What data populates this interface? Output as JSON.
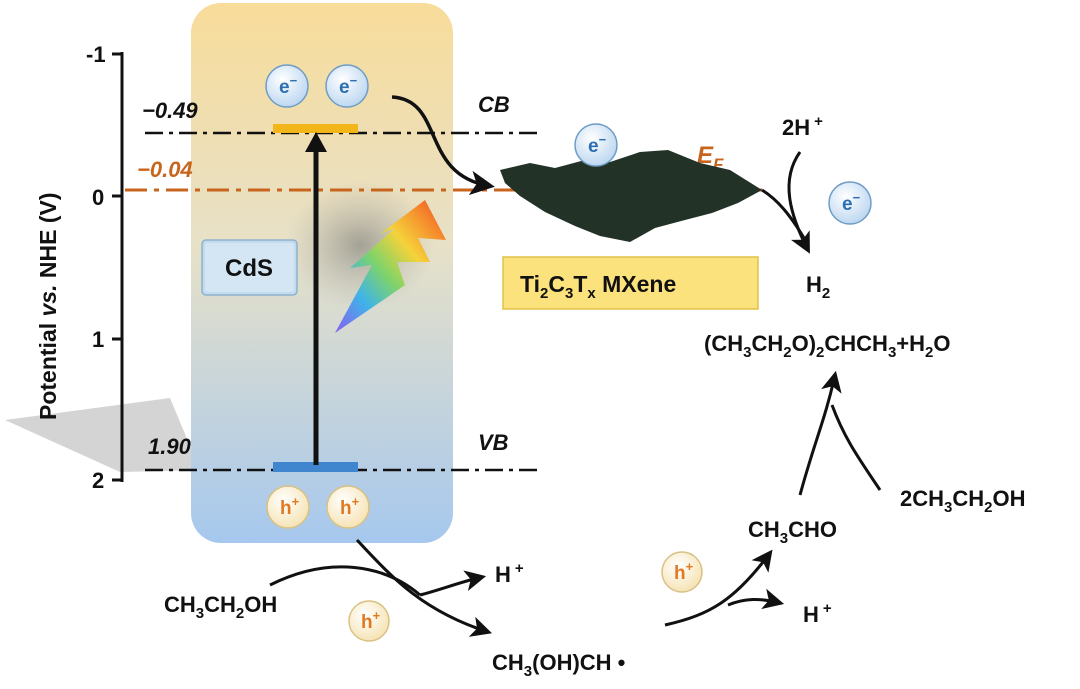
{
  "axis": {
    "ylabel_part1": "Potential ",
    "ylabel_part2": "vs.",
    "ylabel_part3": " NHE (V)",
    "ticks": [
      "-1",
      "0",
      "1",
      "2"
    ]
  },
  "levels": {
    "cb_value": "−0.49",
    "cb_label": "CB",
    "ef_value": "−0.04",
    "ef_label_main": "E",
    "ef_label_sub": "F",
    "vb_value": "1.90",
    "vb_label": "VB"
  },
  "materials": {
    "semiconductor": "CdS",
    "mxene_a": "Ti",
    "mxene_a_sub": "2",
    "mxene_b": "C",
    "mxene_b_sub": "3",
    "mxene_c": "T",
    "mxene_c_sub": "x",
    "mxene_d": " MXene"
  },
  "charges": {
    "electron_main": "e",
    "electron_sup": "−",
    "hole_main": "h",
    "hole_sup": "+"
  },
  "species": {
    "two_h_plus": "2H",
    "two_h_plus_sup": "+",
    "h2": "H",
    "h2_sub": "2",
    "h_plus": "H",
    "h_plus_sup": "+",
    "ethanol_a": "CH",
    "ethanol_a_sub": "3",
    "ethanol_b": "CH",
    "ethanol_b_sub": "2",
    "ethanol_c": "OH",
    "radical_a": "CH",
    "radical_a_sub": "3",
    "radical_b": "(OH)CH •",
    "acetaldehyde_a": "CH",
    "acetaldehyde_a_sub": "3",
    "acetaldehyde_b": "CHO",
    "two_ethanol_a": "2CH",
    "two_ethanol_a_sub": "3",
    "two_ethanol_b": "CH",
    "two_ethanol_b_sub": "2",
    "two_ethanol_c": "OH",
    "acetal_1": "(CH",
    "acetal_1_sub": "3",
    "acetal_2": "CH",
    "acetal_2_sub": "2",
    "acetal_3": "O)",
    "acetal_3_sub": "2",
    "acetal_4": "CHCH",
    "acetal_4_sub": "3",
    "acetal_5": "+H",
    "acetal_5_sub": "2",
    "acetal_6": "O"
  },
  "colors": {
    "cdS_top": "#f8dfa0",
    "cdS_bottom": "#a9c9ec",
    "ef_line": "#c8651c",
    "cb_bar": "#f2b51a",
    "vb_bar": "#3f86cf",
    "mxene_fill": "#223226",
    "mxene_label_bg": "#fbe27c"
  }
}
